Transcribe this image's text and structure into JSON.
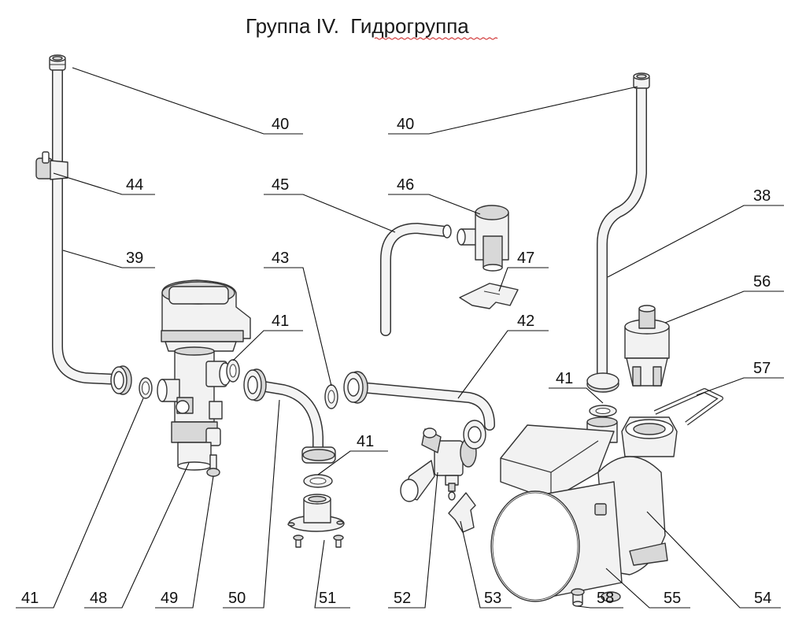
{
  "title_main": "Группа IV.",
  "title_sub": "Гидрогруппа",
  "callouts": [
    {
      "id": "c40a",
      "label": "40"
    },
    {
      "id": "c40b",
      "label": "40"
    },
    {
      "id": "c44",
      "label": "44"
    },
    {
      "id": "c45",
      "label": "45"
    },
    {
      "id": "c46",
      "label": "46"
    },
    {
      "id": "c38",
      "label": "38"
    },
    {
      "id": "c39",
      "label": "39"
    },
    {
      "id": "c43",
      "label": "43"
    },
    {
      "id": "c47",
      "label": "47"
    },
    {
      "id": "c56",
      "label": "56"
    },
    {
      "id": "c41a",
      "label": "41"
    },
    {
      "id": "c42",
      "label": "42"
    },
    {
      "id": "c57",
      "label": "57"
    },
    {
      "id": "c41b",
      "label": "41"
    },
    {
      "id": "c41c",
      "label": "41"
    },
    {
      "id": "c41d",
      "label": "41"
    },
    {
      "id": "c48",
      "label": "48"
    },
    {
      "id": "c49",
      "label": "49"
    },
    {
      "id": "c50",
      "label": "50"
    },
    {
      "id": "c51",
      "label": "51"
    },
    {
      "id": "c52",
      "label": "52"
    },
    {
      "id": "c53",
      "label": "53"
    },
    {
      "id": "c58",
      "label": "58"
    },
    {
      "id": "c55",
      "label": "55"
    },
    {
      "id": "c54",
      "label": "54"
    }
  ]
}
